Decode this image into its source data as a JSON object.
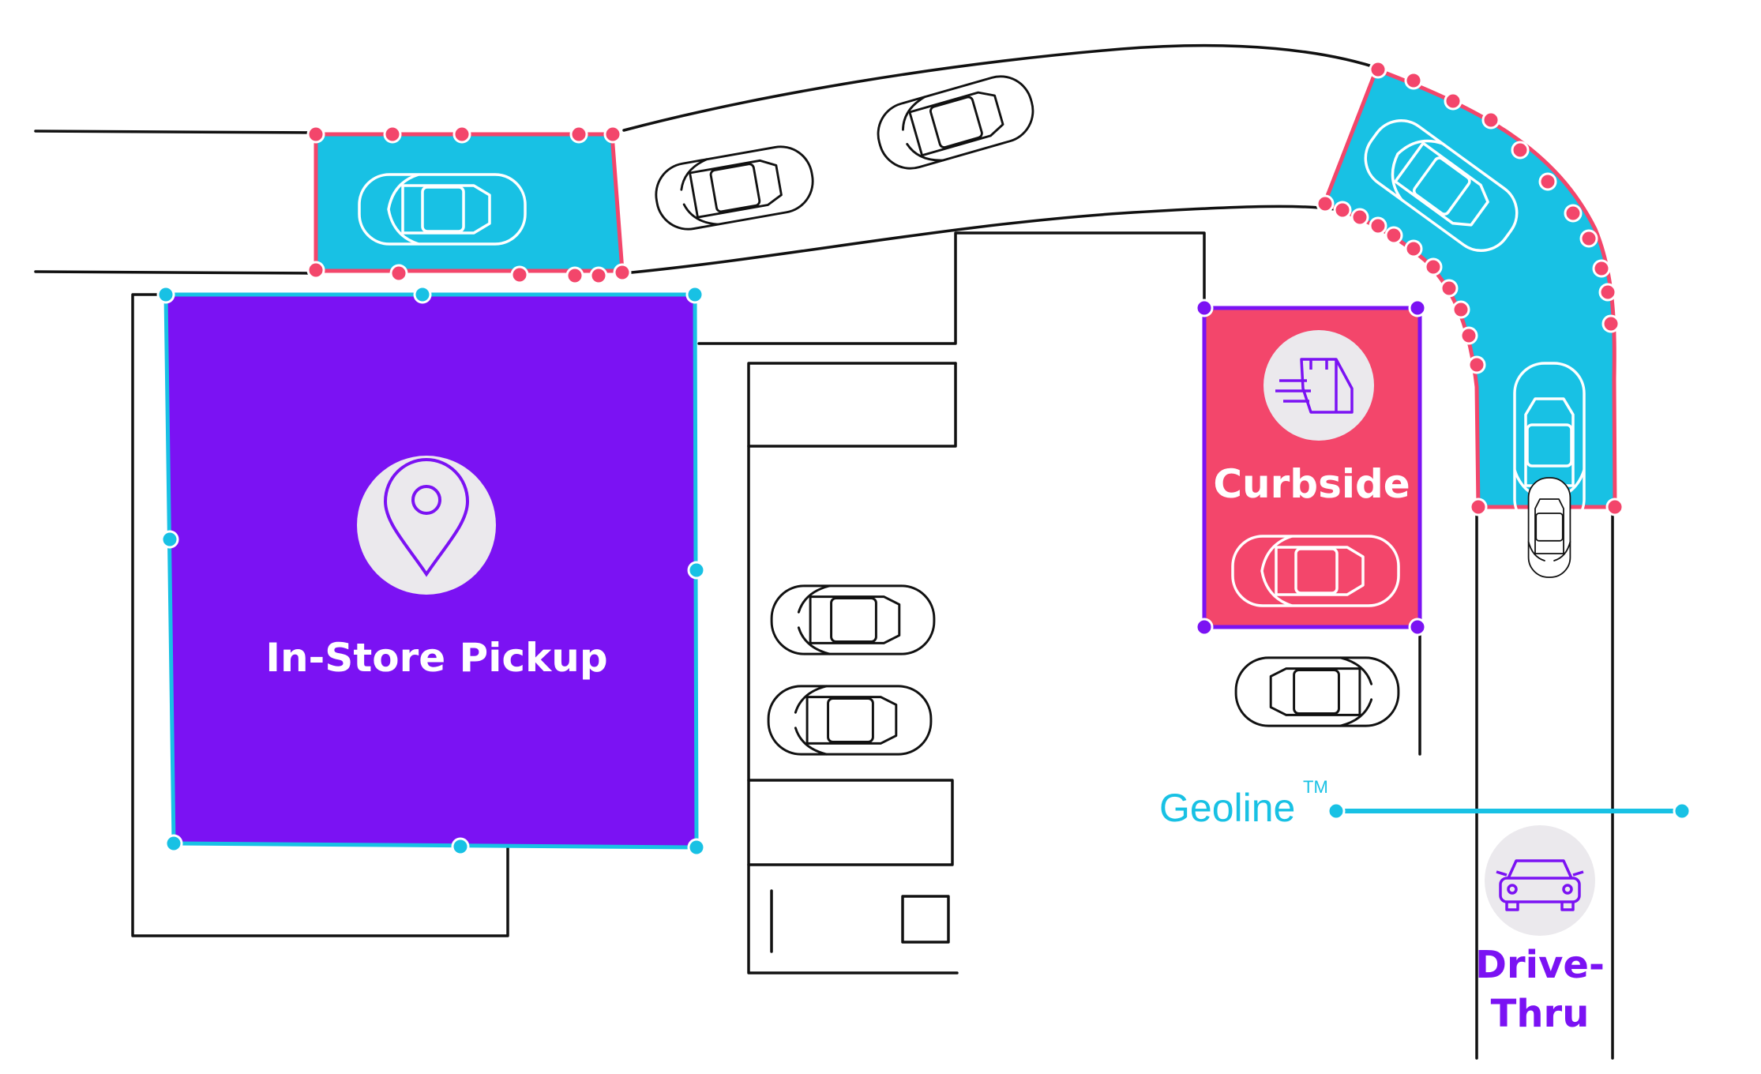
{
  "zones": {
    "in_store": {
      "label": "In-Store Pickup",
      "fill": "#7b12f3",
      "border": "#18c1e4",
      "icon": "map-pin-icon"
    },
    "curbside": {
      "label": "Curbside",
      "fill": "#f3466b",
      "border": "#7b12f3",
      "icon": "bag-delivery-icon"
    },
    "drive_thru": {
      "label_line1": "Drive-",
      "label_line2": "Thru",
      "color": "#7b12f3",
      "icon": "car-icon"
    },
    "entry_lane": {
      "fill": "#18c1e4",
      "border": "#f3466b"
    },
    "curve_lane": {
      "fill": "#18c1e4",
      "border": "#f3466b"
    }
  },
  "geoline": {
    "label": "Geoline",
    "trademark": "TM",
    "color": "#18c1e4"
  },
  "colors": {
    "line": "#111111",
    "icon_circle": "#ebe9ed"
  }
}
